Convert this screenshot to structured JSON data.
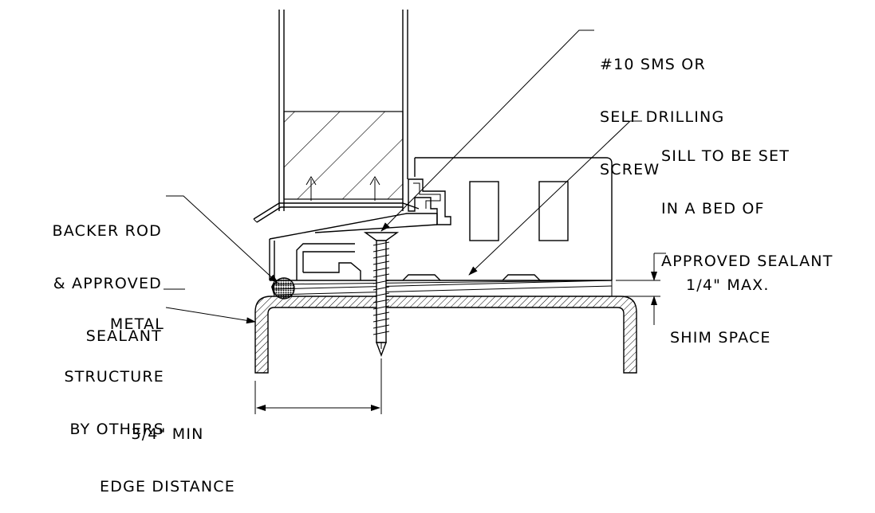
{
  "labels": {
    "screw": [
      "#10 SMS OR",
      "SELF DRILLING",
      "SCREW"
    ],
    "sill": [
      "SILL TO BE SET",
      "IN A BED OF",
      "APPROVED SEALANT"
    ],
    "backer_rod": [
      "BACKER ROD",
      "& APPROVED",
      "SEALANT"
    ],
    "shim": [
      "1/4\" MAX.",
      "SHIM SPACE"
    ],
    "metal_structure": [
      "METAL",
      "STRUCTURE",
      "BY OTHERS"
    ],
    "edge_distance": [
      "3/4\" MIN",
      "EDGE DISTANCE"
    ]
  }
}
